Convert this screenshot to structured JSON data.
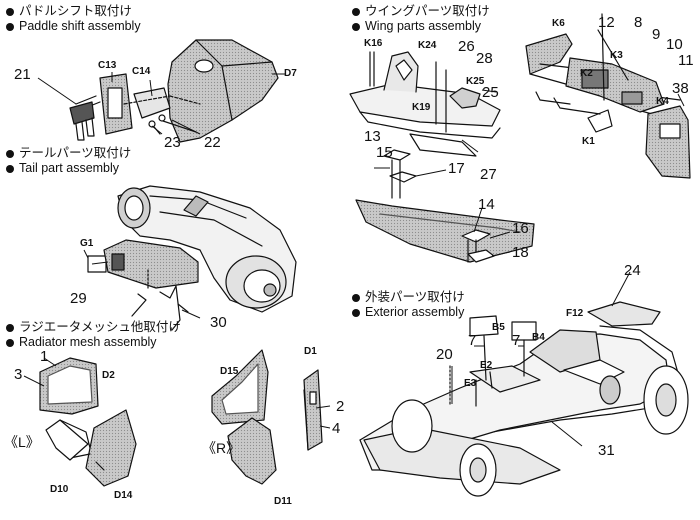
{
  "sections": {
    "paddle": {
      "jp": "パドルシフト取付け",
      "en": "Paddle shift assembly"
    },
    "wing": {
      "jp": "ウイングパーツ取付け",
      "en": "Wing parts  assembly"
    },
    "tail": {
      "jp": "テールパーツ取付け",
      "en": "Tail part assembly"
    },
    "radiator": {
      "jp": "ラジエータメッシュ他取付け",
      "en": "Radiator mesh  assembly"
    },
    "exterior": {
      "jp": "外装パーツ取付け",
      "en": "Exterior assembly"
    }
  },
  "labels": {
    "n21": "21",
    "c13": "C13",
    "c14": "C14",
    "d7": "D7",
    "n23": "23",
    "n22": "22",
    "g1": "G1",
    "n29": "29",
    "n30": "30",
    "n1": "1",
    "n3": "3",
    "d2": "D2",
    "side_l": "《L》",
    "d10": "D10",
    "d14": "D14",
    "d15": "D15",
    "d1": "D1",
    "n2": "2",
    "n4": "4",
    "side_r": "《R》",
    "d11": "D11",
    "k16": "K16",
    "k24": "K24",
    "n26": "26",
    "n28": "28",
    "k25": "K25",
    "k19": "K19",
    "n25": "25",
    "n13": "13",
    "n15": "15",
    "n17": "17",
    "n27": "27",
    "n14": "14",
    "n16": "16",
    "n18": "18",
    "k6": "K6",
    "n12": "12",
    "n8": "8",
    "n9": "9",
    "k3": "K3",
    "n10": "10",
    "n11": "11",
    "k2": "K2",
    "n38": "38",
    "k4": "K4",
    "k1": "K1",
    "n24": "24",
    "f12": "F12",
    "n20": "20",
    "n7a": "7",
    "b5": "B5",
    "n7b": "7",
    "b4": "B4",
    "e2": "E2",
    "e3": "E3",
    "n31": "31"
  }
}
